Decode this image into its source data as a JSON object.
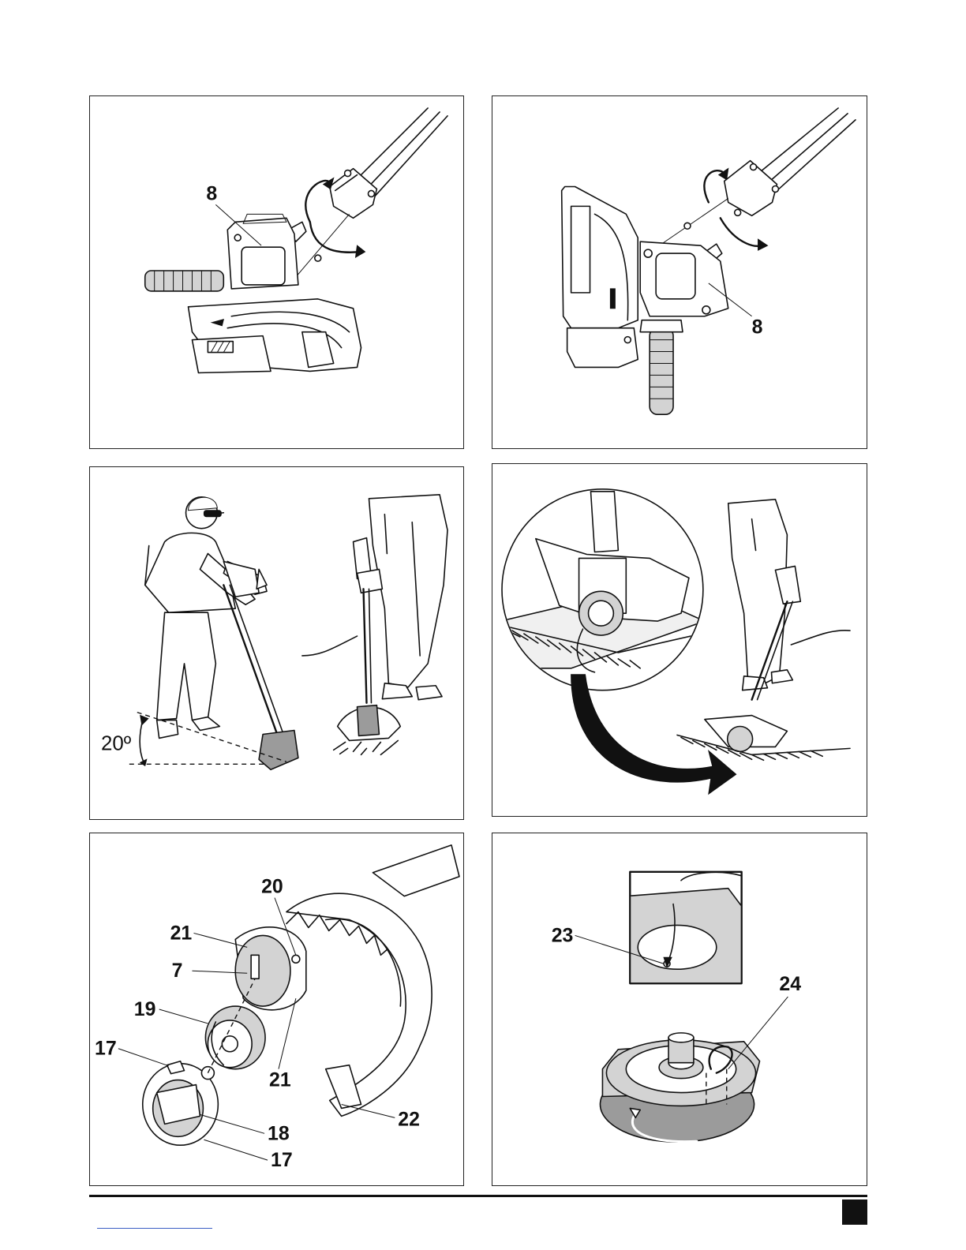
{
  "figures": {
    "fig1": {
      "callouts": {
        "handle_label": "8"
      }
    },
    "fig2": {
      "callouts": {
        "handle_label": "8"
      }
    },
    "fig3": {
      "angle_label": "20º"
    },
    "fig4": {},
    "fig5": {
      "callouts": {
        "c20": "20",
        "c21a": "21",
        "c7": "7",
        "c19": "19",
        "c17a": "17",
        "c21b": "21",
        "c22": "22",
        "c18": "18",
        "c17b": "17"
      }
    },
    "fig6": {
      "callouts": {
        "c23": "23",
        "c24": "24"
      }
    }
  },
  "colors": {
    "line": "#111111",
    "shade": "#d3d3d3",
    "dark_shade": "#9b9b9b",
    "link": "#3b5fc4"
  }
}
